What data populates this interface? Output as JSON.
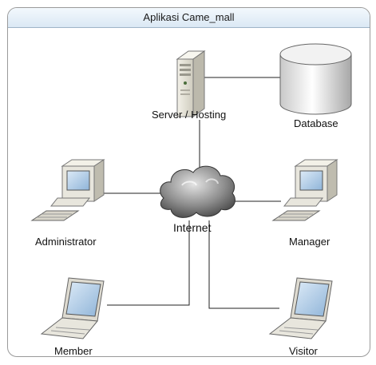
{
  "diagram": {
    "title": "Aplikasi Came_mall",
    "nodes": {
      "server": "Server / Hosting",
      "database": "Database",
      "internet": "Internet",
      "administrator": "Administrator",
      "manager": "Manager",
      "member": "Member",
      "visitor": "Visitor"
    },
    "colors": {
      "frame_border": "#9a9a9a",
      "title_bar": "#dbe8f4",
      "connector": "#222222",
      "device_beige": "#e8e6dd",
      "screen_blue": "#bcd6ee",
      "cloud_gray": "#8a8a8a"
    }
  }
}
